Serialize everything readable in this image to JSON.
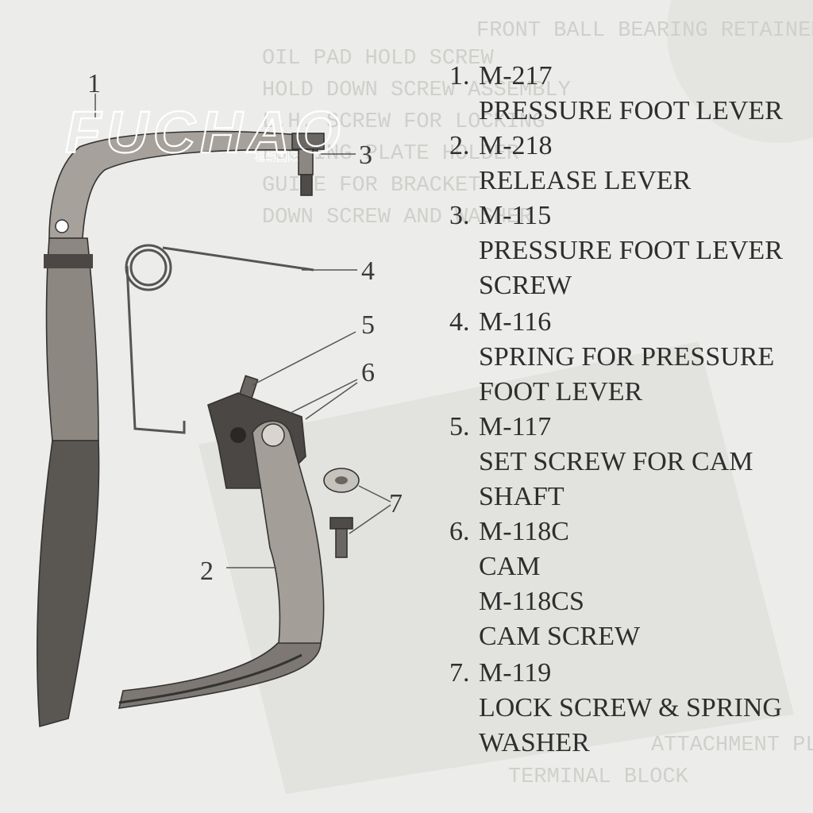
{
  "watermark": {
    "brand": "FUCHAO",
    "brand_cn": "福朝国际"
  },
  "callouts": [
    "1",
    "2",
    "3",
    "4",
    "5",
    "6",
    "7"
  ],
  "parts": [
    {
      "num": "1.",
      "lines": [
        "M-217",
        "PRESSURE FOOT LEVER"
      ]
    },
    {
      "num": "2.",
      "lines": [
        "M-218",
        "RELEASE LEVER"
      ]
    },
    {
      "num": "3.",
      "lines": [
        "M-115",
        "PRESSURE FOOT LEVER",
        "SCREW"
      ]
    },
    {
      "num": "4.",
      "lines": [
        "M-116",
        "SPRING FOR PRESSURE",
        "FOOT LEVER"
      ]
    },
    {
      "num": "5.",
      "lines": [
        "M-117",
        "SET SCREW FOR CAM",
        "SHAFT"
      ]
    },
    {
      "num": "6.",
      "lines": [
        "M-118C",
        "CAM",
        "M-118CS",
        "CAM SCREW"
      ]
    },
    {
      "num": "7.",
      "lines": [
        "M-119",
        "LOCK SCREW & SPRING",
        "WASHER"
      ]
    }
  ],
  "colors": {
    "paper": "#ececea",
    "ink": "#2e2e2e",
    "part_dark": "#5a5753",
    "part_light": "#b9b4ad"
  }
}
